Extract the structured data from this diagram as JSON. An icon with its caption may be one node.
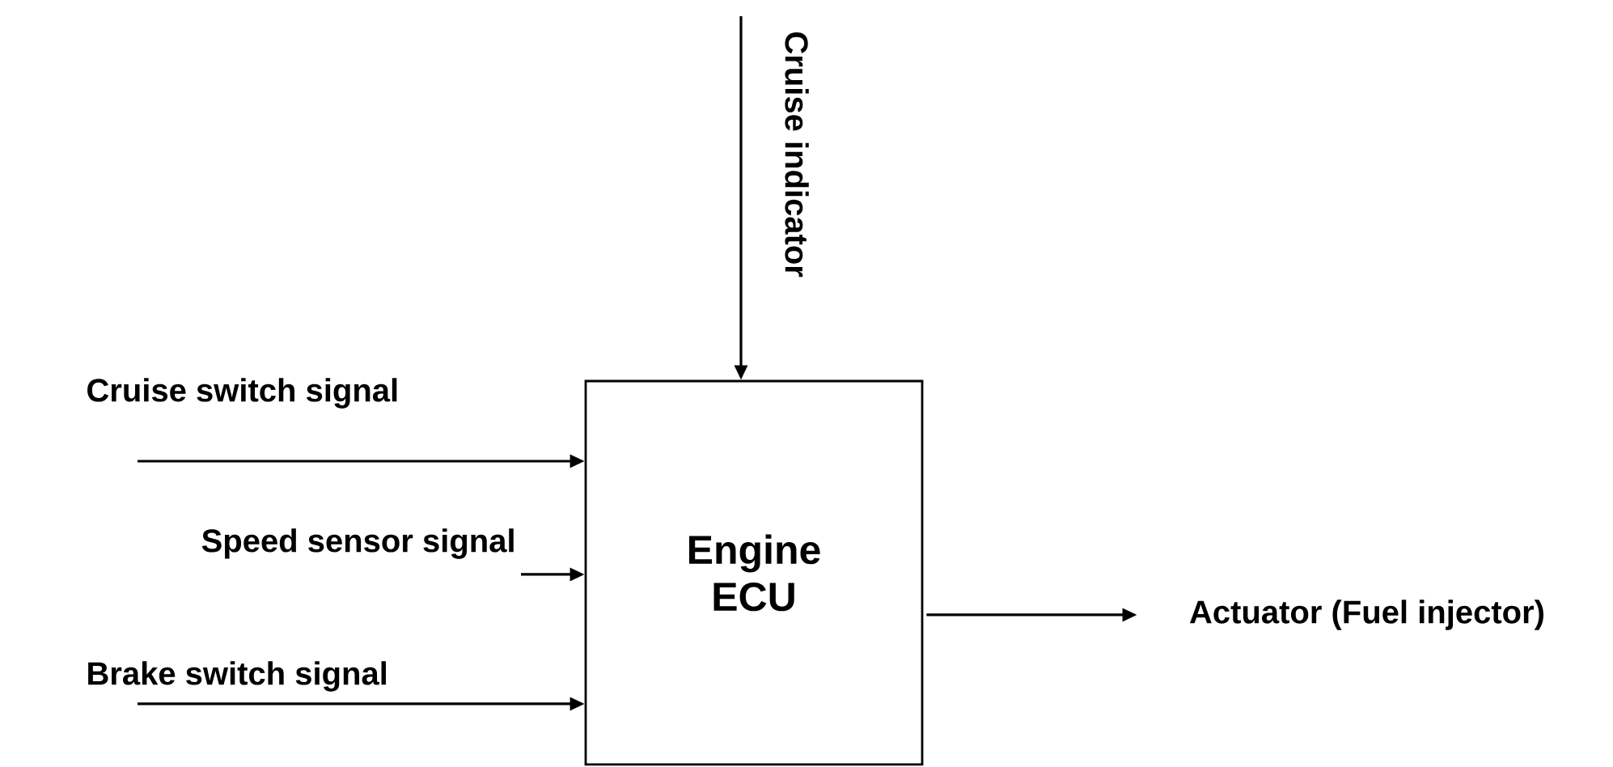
{
  "diagram": {
    "nodes": [
      {
        "text": [
          "Engine ECU"
        ]
      },
      {
        "text": [
          "Actuator (Fuel injector)"
        ]
      }
    ],
    "edges": [
      {
        "from": null,
        "to": 0,
        "arrow": "to",
        "label": "Cruise indicator"
      },
      {
        "from": null,
        "to": 0,
        "arrow": "to",
        "label": "Cruise switch signal"
      },
      {
        "from": null,
        "to": 0,
        "arrow": "to",
        "label": "Speed sensor signal"
      },
      {
        "from": null,
        "to": 0,
        "arrow": "to",
        "label": "Brake switch signal"
      },
      {
        "from": 0,
        "to": 1,
        "arrow": "to"
      }
    ]
  }
}
